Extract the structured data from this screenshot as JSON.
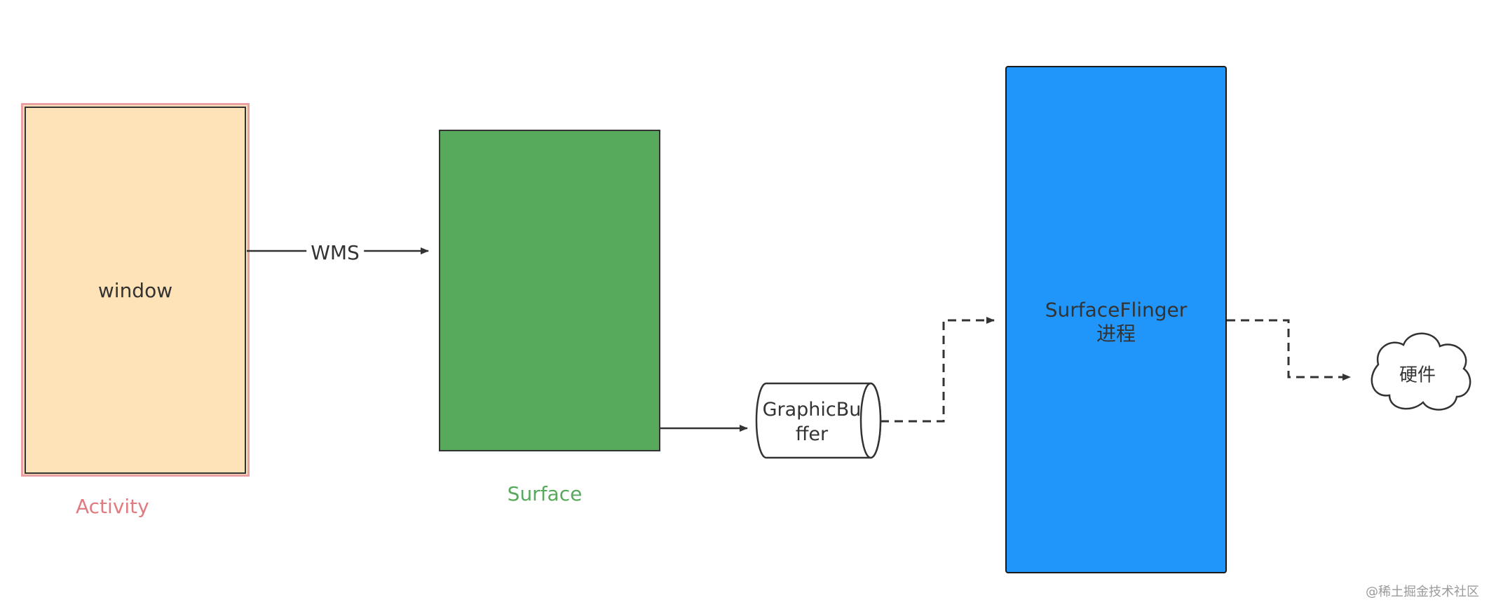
{
  "nodes": {
    "window": "window",
    "activity": "Activity",
    "surface": "Surface",
    "graphic_buffer_line1": "GraphicBu",
    "graphic_buffer_line2": "ffer",
    "surfaceflinger_line1": "SurfaceFlinger",
    "surfaceflinger_line2": "进程",
    "hardware": "硬件"
  },
  "edges": {
    "wms": "WMS"
  },
  "watermark": "@稀土掘金技术社区",
  "colors": {
    "activity_fill": "#ffe3b8",
    "activity_border": "#e8a0a4",
    "activity_caption": "#e07b80",
    "surface_fill": "#57aa5b",
    "surfaceflinger_fill": "#2196fa"
  }
}
